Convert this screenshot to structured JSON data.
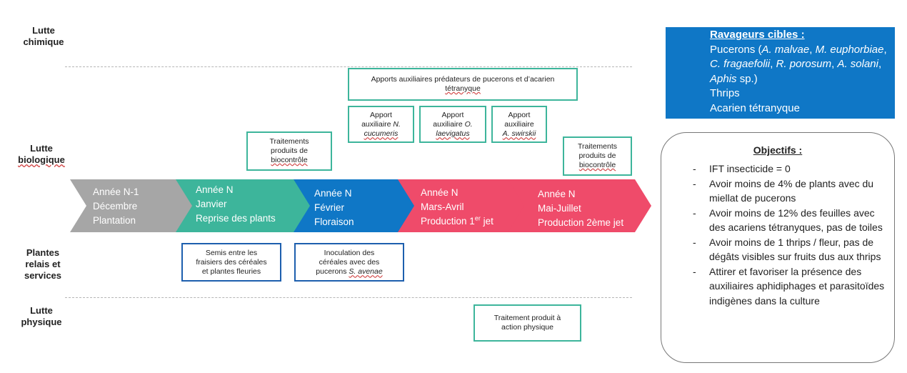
{
  "rows": {
    "chimique": [
      "Lutte",
      "chimique"
    ],
    "biologique": [
      "Lutte",
      "biologique"
    ],
    "plantes": [
      "Plantes",
      "relais et",
      "services"
    ],
    "physique": [
      "Lutte",
      "physique"
    ]
  },
  "arrows": [
    {
      "lines": [
        "Année N-1",
        "Décembre",
        "Plantation"
      ],
      "color": "#a6a6a6"
    },
    {
      "lines": [
        "Année N",
        "Janvier",
        "Reprise des plants"
      ],
      "color": "#3db59b"
    },
    {
      "lines": [
        "Année N",
        "Février",
        "Floraison"
      ],
      "color": "#0f77c6"
    },
    {
      "lines": [
        "Année N",
        "Mars-Avril"
      ],
      "production": "Production 1",
      "sup": "er",
      "jet": " jet",
      "color": "#ef4b6a"
    },
    {
      "lines": [
        "Année N",
        "Mai-Juillet",
        "Production 2ème jet"
      ],
      "color": "#ef4b6a"
    }
  ],
  "boxes": {
    "apports_predateurs": [
      "Apports auxiliaires prédateurs de pucerons et d’acarien",
      "tétranyque"
    ],
    "apport_n": {
      "l1": "Apport",
      "l2": "auxiliaire",
      "sp1": "N.",
      "sp2": "cucumeris"
    },
    "apport_o": {
      "l1": "Apport",
      "l2": "auxiliaire",
      "sp1": "O.",
      "sp2": "laevigatus"
    },
    "apport_a": {
      "l1": "Apport",
      "l2": "auxiliaire",
      "sp": "A. swirskii"
    },
    "traitements_1": [
      "Traitements",
      "produits de",
      "biocontrôle"
    ],
    "traitements_2": [
      "Traitements",
      "produits de",
      "biocontrôle"
    ],
    "semis": [
      "Semis entre les",
      "fraisiers des céréales",
      "et plantes fleuries"
    ],
    "inoculation": {
      "l1": "Inoculation  des",
      "l2": "céréales avec des",
      "l3": "pucerons",
      "sp": "S. avenae"
    },
    "physique": [
      "Traitement produit à",
      "action physique"
    ]
  },
  "targets": {
    "title": "Ravageurs cibles :",
    "pucerons_prefix": "Pucerons (",
    "sp_malvae": "A. malvae",
    "sep1": ", ",
    "sp_euphorbiae": "M. euphorbiae",
    "sep2": ", ",
    "sp_fragaefolii": "C. fragaefolii",
    "sep3": ", ",
    "sp_porosum": "R. porosum",
    "sep4": ", ",
    "sp_solani": "A. solani",
    "sep5": ", ",
    "sp_aphis": "Aphis",
    "sp_suffix": " sp.)",
    "thrips": "Thrips",
    "acarien": "Acarien tétranyque"
  },
  "objectives": {
    "title": "Objectifs :",
    "dash": "-",
    "items": [
      "IFT  insecticide = 0",
      "Avoir moins de 4% de plants avec du miellat de pucerons",
      "Avoir moins de 12% des feuilles avec des acariens tétranyques, pas de toiles",
      "Avoir moins de 1 thrips / fleur, pas de dégâts visibles sur fruits dus aux thrips",
      "Attirer et favoriser la présence des auxiliaires aphidiphages et parasitoïdes indigènes dans la culture"
    ]
  }
}
